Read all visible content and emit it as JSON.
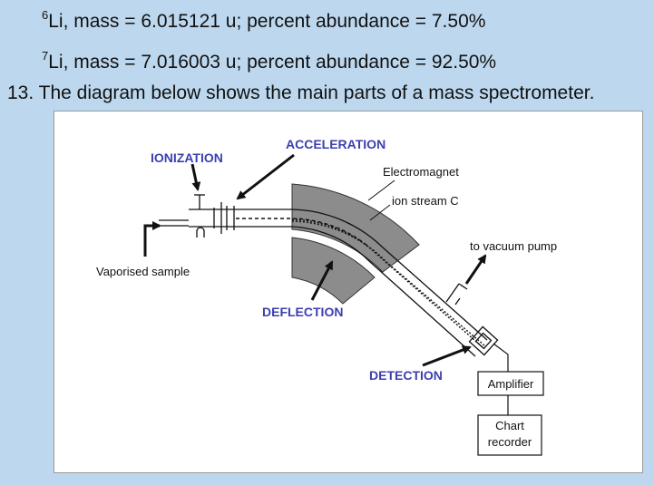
{
  "isotopes": [
    {
      "mass_number": "6",
      "text": "Li, mass = 6.015121 u; percent abundance = 7.50%"
    },
    {
      "mass_number": "7",
      "text": "Li, mass = 7.016003 u; percent abundance = 92.50%"
    }
  ],
  "question": "13. The diagram below shows the main parts of a mass spectrometer.",
  "diagram": {
    "labels": {
      "ionization": "IONIZATION",
      "acceleration": "ACCELERATION",
      "deflection": "DEFLECTION",
      "detection": "DETECTION",
      "electromagnet": "Electromagnet",
      "ion_stream": "ion stream C",
      "vacuum": "to vacuum pump",
      "sample": "Vaporised sample",
      "amplifier": "Amplifier",
      "chart_line1": "Chart",
      "chart_line2": "recorder"
    },
    "colors": {
      "stage_label": "#3c3fb0",
      "magnet": "#8c8c8c",
      "background": "#bdd8ee"
    }
  }
}
